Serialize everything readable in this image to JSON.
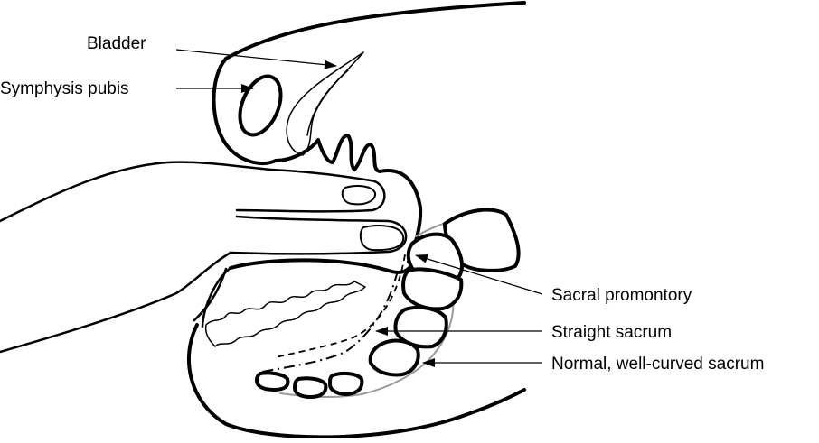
{
  "labels": {
    "bladder": "Bladder",
    "symphysis_pubis": "Symphysis pubis",
    "sacral_promontory": "Sacral promontory",
    "straight_sacrum": "Straight sacrum",
    "normal_sacrum": "Normal, well-curved sacrum"
  },
  "colors": {
    "outline": "#000000",
    "curved_sacrum_outline": "#9a9a9a",
    "background": "#ffffff"
  }
}
